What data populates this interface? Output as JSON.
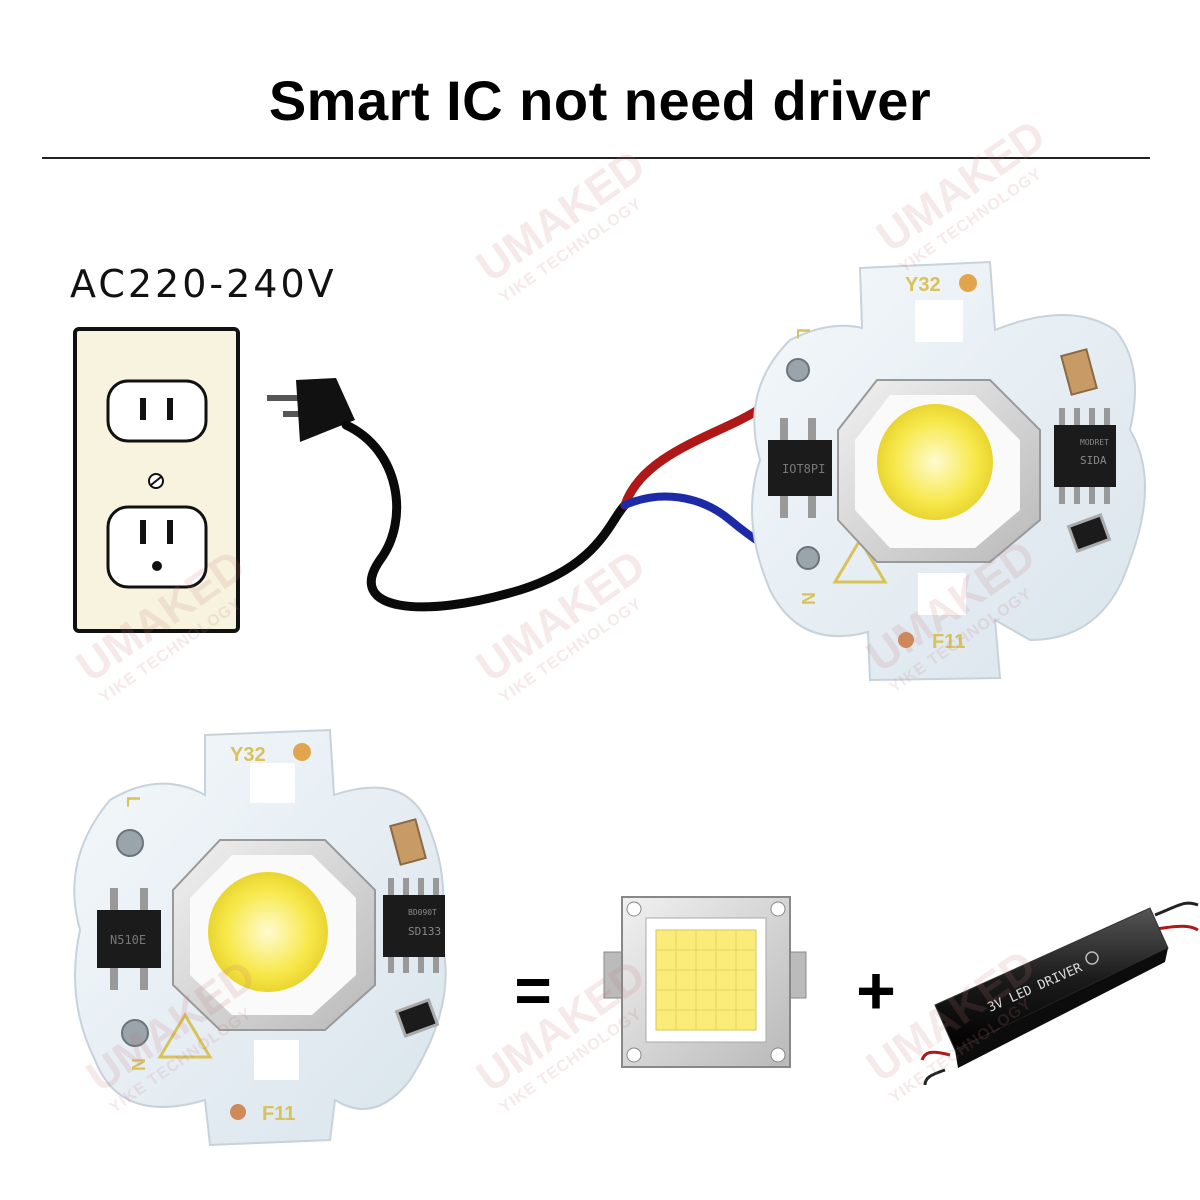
{
  "title": "Smart IC not need driver",
  "voltage_label": "AC220-240V",
  "board_top": {
    "top_label": "Y32",
    "bottom_label": "F11",
    "terminal_l": "L",
    "terminal_n": "N",
    "chip_left_marking": "IOT8PI",
    "chip_right_marking": "SIDA",
    "chip_right_sub": "MODRET"
  },
  "board_bottom": {
    "top_label": "Y32",
    "bottom_label": "F11",
    "terminal_l": "L",
    "terminal_n": "N",
    "chip_left_marking": "N510E",
    "chip_right_marking": "SD133",
    "chip_right_sub": "BD090T"
  },
  "equation": {
    "equals": "=",
    "plus": "+"
  },
  "driver_label": "3V LED DRIVER",
  "watermark": {
    "brand": "UMAKED",
    "company": "YIKE TECHNOLOGY"
  },
  "colors": {
    "board": "#e8f0f6",
    "led_yellow": "#f7e84a",
    "wire_red": "#b01818",
    "wire_blue": "#1d2aa8",
    "label_yellow": "#d8c25a"
  }
}
